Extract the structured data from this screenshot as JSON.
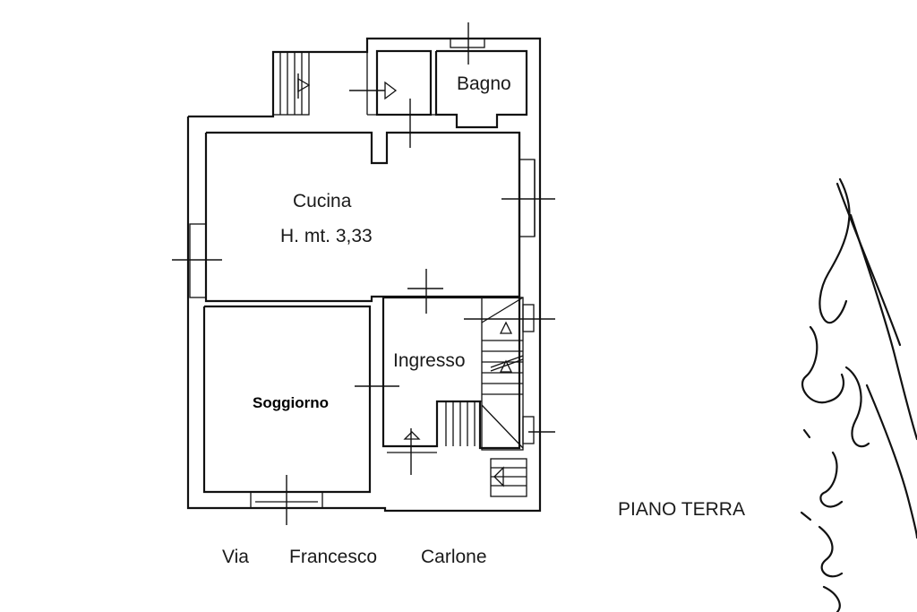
{
  "rooms": {
    "bagno": "Bagno",
    "cucina": "Cucina",
    "cucina_height": "H. mt. 3,33",
    "ingresso": "Ingresso",
    "soggiorno": "Soggiorno"
  },
  "floor_label": "PIANO TERRA",
  "street": {
    "word1": "Via",
    "word2": "Francesco",
    "word3": "Carlone"
  }
}
